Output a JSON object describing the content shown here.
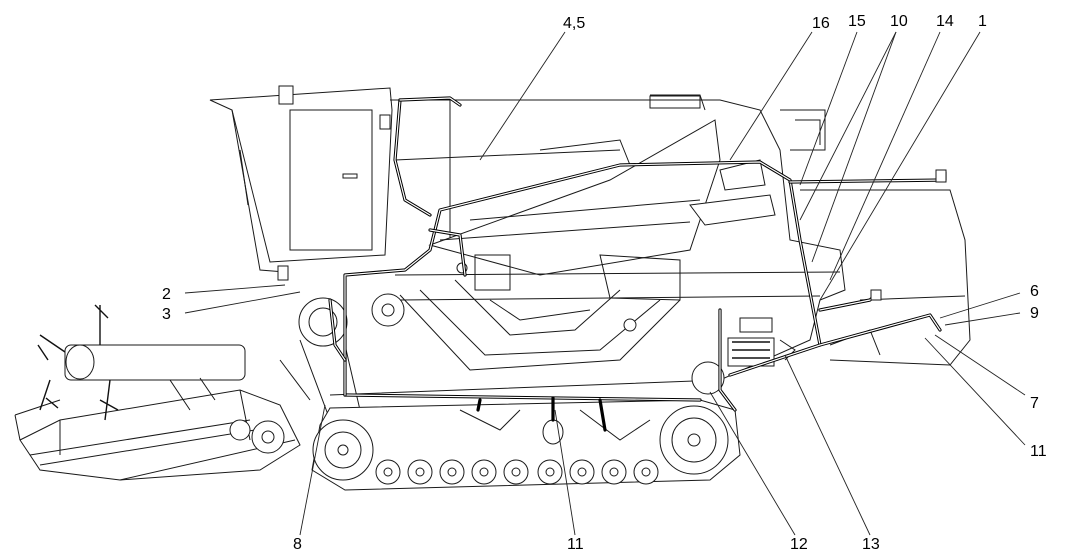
{
  "diagram": {
    "labels": {
      "l1": "1",
      "l2": "2",
      "l3": "3",
      "l45": "4,5",
      "l6": "6",
      "l7": "7",
      "l8": "8",
      "l9": "9",
      "l10": "10",
      "l11a": "11",
      "l11b": "11",
      "l12": "12",
      "l13": "13",
      "l14": "14",
      "l15": "15",
      "l16": "16"
    }
  }
}
